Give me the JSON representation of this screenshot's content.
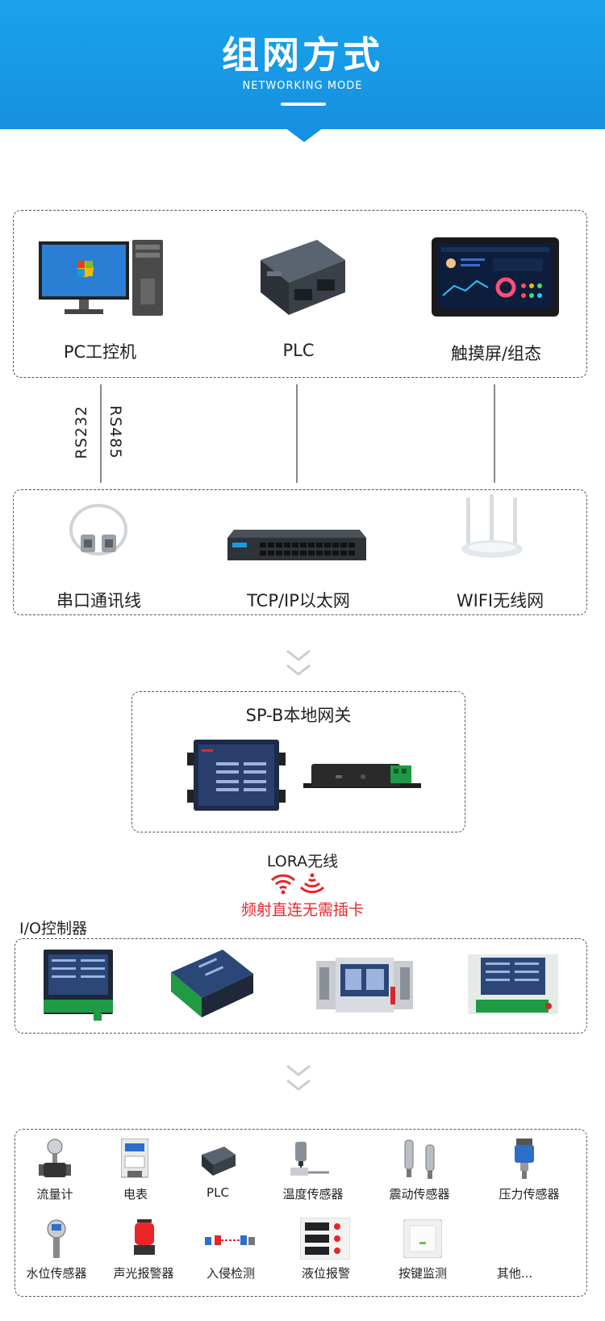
{
  "header": {
    "title": "组网方式",
    "subtitle": "NETWORKING MODE"
  },
  "row1": [
    "PC工控机",
    "PLC",
    "触摸屏/组态"
  ],
  "links": {
    "rs232": "RS232",
    "rs485": "RS485"
  },
  "row2": [
    "串口通讯线",
    "TCP/IP以太网",
    "WIFI无线网"
  ],
  "gateway": {
    "title": "SP-B本地网关"
  },
  "wireless": {
    "label": "LORA无线",
    "note": "频射直连无需插卡"
  },
  "io": {
    "title": "I/O控制器"
  },
  "sensors": {
    "row1": [
      "流量计",
      "电表",
      "PLC",
      "温度传感器",
      "震动传感器",
      "压力传感器"
    ],
    "row2": [
      "水位传感器",
      "声光报警器",
      "入侵检测",
      "液位报警",
      "按键监测",
      "其他..."
    ]
  },
  "colors": {
    "header": "#1690e0",
    "accent_red": "#e8262a",
    "line": "#888888"
  }
}
